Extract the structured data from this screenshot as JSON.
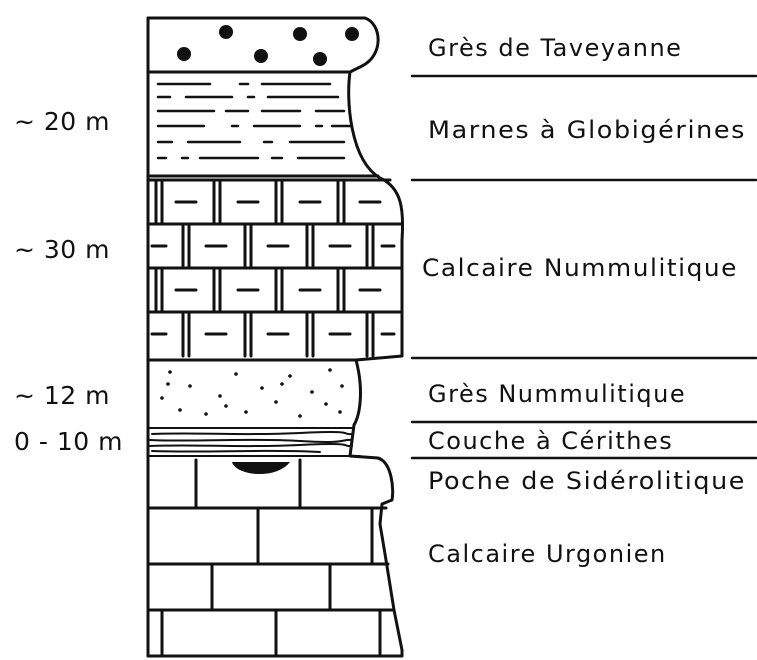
{
  "thicknesses": [
    {
      "id": "marnes",
      "text": "~ 20 m"
    },
    {
      "id": "calcaire",
      "text": "~ 30 m"
    },
    {
      "id": "gres-numm",
      "text": "~ 12 m"
    },
    {
      "id": "couche",
      "text": "0 - 10 m"
    }
  ],
  "units": [
    {
      "id": "taveyanne",
      "text": "Grès de Taveyanne"
    },
    {
      "id": "marnes",
      "text": "Marnes à Globigérines"
    },
    {
      "id": "calcaire-numm",
      "text": "Calcaire Nummulitique"
    },
    {
      "id": "gres-numm",
      "text": "Grès Nummulitique"
    },
    {
      "id": "cerithes",
      "text": "Couche à Cérithes"
    },
    {
      "id": "siderolitique",
      "text": "Poche de Sidérolitique"
    },
    {
      "id": "urgonien",
      "text": "Calcaire Urgonien"
    }
  ]
}
